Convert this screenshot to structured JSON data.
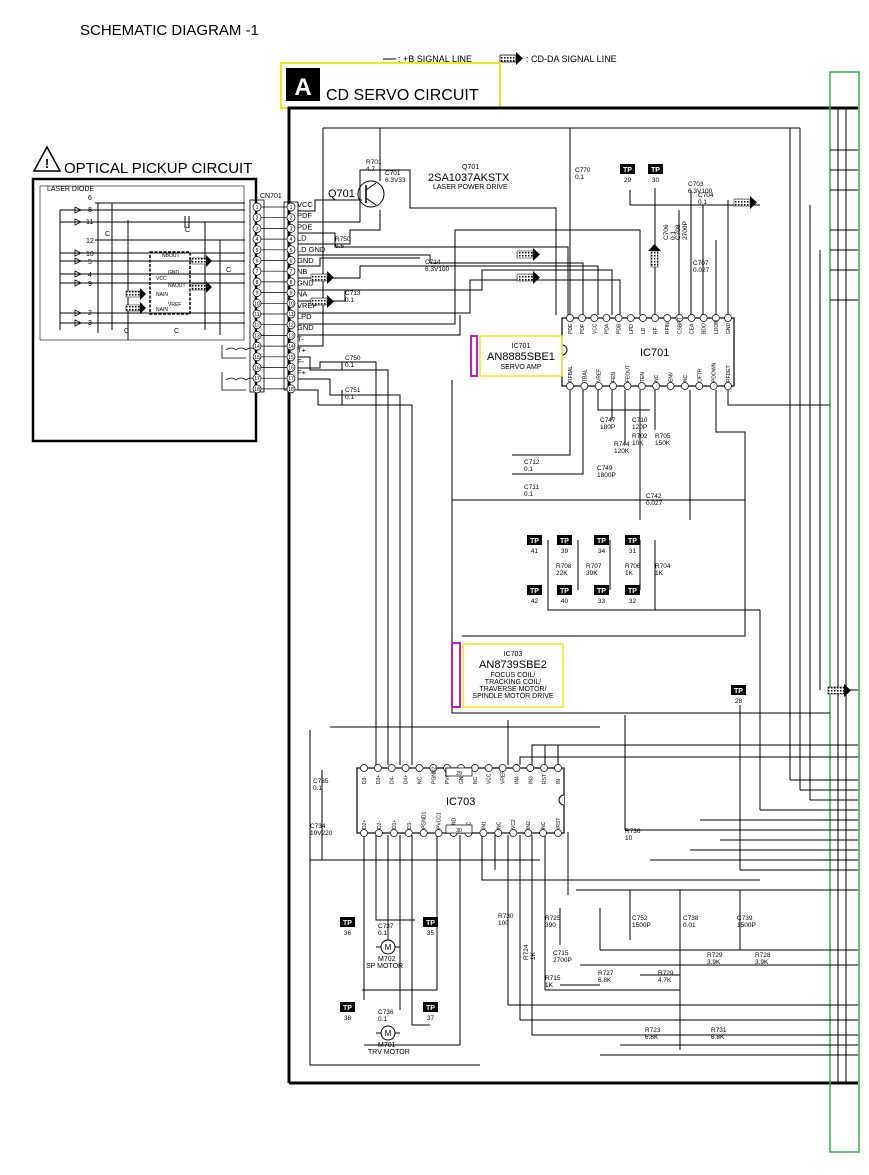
{
  "header": {
    "title": "SCHEMATIC DIAGRAM -1",
    "legend_b_signal": ": +B SIGNAL LINE",
    "legend_cdda": ": CD-DA SIGNAL LINE"
  },
  "section": {
    "letter": "A",
    "title": "CD SERVO CIRCUIT"
  },
  "pickup": {
    "title": "OPTICAL PICKUP CIRCUIT",
    "laser_label": "LASER DIODE",
    "pin_numbers": [
      "6",
      "8",
      "11",
      "12",
      "10",
      "5",
      "4",
      "9",
      "2",
      "3"
    ],
    "ic_pins": [
      "NBOUT",
      "GND",
      "VCC",
      "NAOUT",
      "NAIN",
      "VREF",
      "NAIN"
    ],
    "cap_label": "C"
  },
  "connector": {
    "ref": "CN701",
    "pins": [
      "1",
      "2",
      "3",
      "4",
      "5",
      "6",
      "7",
      "8",
      "9",
      "10",
      "11",
      "12",
      "13",
      "14",
      "15",
      "16",
      "17",
      "18"
    ],
    "signals": [
      "VCC",
      "PDF",
      "PDE",
      "LD",
      "LD GND",
      "GND",
      "NB",
      "GND",
      "NA",
      "VREF",
      "LPD",
      "GND",
      "T-",
      "T+",
      "F-",
      "F+"
    ]
  },
  "transistor": {
    "ref": "Q701",
    "part": "2SA1037AKSTX",
    "desc": "LASER POWER DRIVE",
    "q_label": "Q701"
  },
  "components": [
    {
      "ref": "R701",
      "val": "4.7"
    },
    {
      "ref": "C701",
      "val": "6.3V33"
    },
    {
      "ref": "C770",
      "val": "0.1"
    },
    {
      "ref": "C703",
      "val": "6.3V100"
    },
    {
      "ref": "C704",
      "val": "0.1"
    },
    {
      "ref": "R750",
      "val": "5.6"
    },
    {
      "ref": "C714",
      "val": "6.3V100"
    },
    {
      "ref": "C713",
      "val": "0.1"
    },
    {
      "ref": "C708",
      "val": "2700P"
    },
    {
      "ref": "C706",
      "val": "0.1"
    },
    {
      "ref": "C707",
      "val": "0.027"
    },
    {
      "ref": "C750",
      "val": "0.1"
    },
    {
      "ref": "C751",
      "val": "0.1"
    },
    {
      "ref": "C747",
      "val": "180P"
    },
    {
      "ref": "C710",
      "val": "120P"
    },
    {
      "ref": "R702",
      "val": "10K"
    },
    {
      "ref": "R705",
      "val": "150K"
    },
    {
      "ref": "R744",
      "val": "120K"
    },
    {
      "ref": "C749",
      "val": "1800P"
    },
    {
      "ref": "C712",
      "val": "0.1"
    },
    {
      "ref": "C711",
      "val": "0.1"
    },
    {
      "ref": "C742",
      "val": "0.027"
    },
    {
      "ref": "R708",
      "val": "22K"
    },
    {
      "ref": "R707",
      "val": "39K"
    },
    {
      "ref": "R706",
      "val": "1K"
    },
    {
      "ref": "R704",
      "val": "1K"
    },
    {
      "ref": "C735",
      "val": "0.1"
    },
    {
      "ref": "C734",
      "val": "10V220"
    },
    {
      "ref": "R736",
      "val": "10"
    },
    {
      "ref": "R730",
      "val": "100"
    },
    {
      "ref": "R725",
      "val": "390"
    },
    {
      "ref": "C752",
      "val": "1500P"
    },
    {
      "ref": "C738",
      "val": "0.01"
    },
    {
      "ref": "C739",
      "val": "1500P"
    },
    {
      "ref": "C715",
      "val": "2700P"
    },
    {
      "ref": "R724",
      "val": "1K"
    },
    {
      "ref": "R715",
      "val": "1K"
    },
    {
      "ref": "R727",
      "val": "6.8K"
    },
    {
      "ref": "R729",
      "val": "4.7K"
    },
    {
      "ref": "R729",
      "val": "3.9K"
    },
    {
      "ref": "R728",
      "val": "3.9K"
    },
    {
      "ref": "C737",
      "val": "0.1"
    },
    {
      "ref": "C736",
      "val": "0.1"
    },
    {
      "ref": "R723",
      "val": "6.8K"
    },
    {
      "ref": "R731",
      "val": "6.8K"
    }
  ],
  "ic701": {
    "ref": "IC701",
    "part": "AN8885SBE1",
    "desc": "SERVO AMP",
    "top_pins": [
      "PDE",
      "PDF",
      "VCC",
      "PDA",
      "PDB",
      "LPD",
      "LD",
      "RF",
      "RFIN",
      "CSBRT",
      "CEA",
      "BDO",
      "LDON",
      "GND"
    ],
    "bottom_pins": [
      "RFBAL",
      "TBAL",
      "VREF",
      "FEN",
      "FEOUT",
      "TEN",
      "NC",
      "ENV",
      "NC",
      "OFTR",
      "PDOWN",
      "RFDET"
    ]
  },
  "ic703": {
    "ref": "IC703",
    "part": "AN8739SBE2",
    "desc_lines": [
      "FOCUS COIL/",
      "TRACKING COIL/",
      "TRAVERSE MOTOR/",
      "SPINDLE MOTOR DRIVE"
    ],
    "top_pins": [
      "D3-",
      "D3+",
      "D4-",
      "D4+",
      "NC",
      "PGND2",
      "PVCC2",
      "GND",
      "NC",
      "VCC",
      "VREF",
      "IN4",
      "IN3",
      "RST",
      "IN"
    ],
    "bottom_pins": [
      "D2+",
      "D2-",
      "D1+",
      "D1-",
      "PGND1",
      "PVCC1",
      "GND",
      "NC",
      "IN1",
      "NC",
      "VC2",
      "IN2",
      "NC",
      "/RST"
    ],
    "gnd_pin": "29",
    "gnd_pin2": "30"
  },
  "test_points": [
    {
      "label": "TP",
      "num": "29"
    },
    {
      "label": "TP",
      "num": "30"
    },
    {
      "label": "TP",
      "num": "41"
    },
    {
      "label": "TP",
      "num": "39"
    },
    {
      "label": "TP",
      "num": "34"
    },
    {
      "label": "TP",
      "num": "31"
    },
    {
      "label": "TP",
      "num": "42"
    },
    {
      "label": "TP",
      "num": "40"
    },
    {
      "label": "TP",
      "num": "33"
    },
    {
      "label": "TP",
      "num": "32"
    },
    {
      "label": "TP",
      "num": "28"
    },
    {
      "label": "TP",
      "num": "36"
    },
    {
      "label": "TP",
      "num": "35"
    },
    {
      "label": "TP",
      "num": "38"
    },
    {
      "label": "TP",
      "num": "37"
    }
  ],
  "motors": [
    {
      "ref": "M702",
      "name": "SP MOTOR",
      "symbol": "M"
    },
    {
      "ref": "M701",
      "name": "TRV MOTOR",
      "symbol": "M"
    }
  ],
  "colors": {
    "frame_yellow": "#ece81a",
    "marker_magenta": "#c21fb5",
    "green_border": "#2fb24a"
  }
}
